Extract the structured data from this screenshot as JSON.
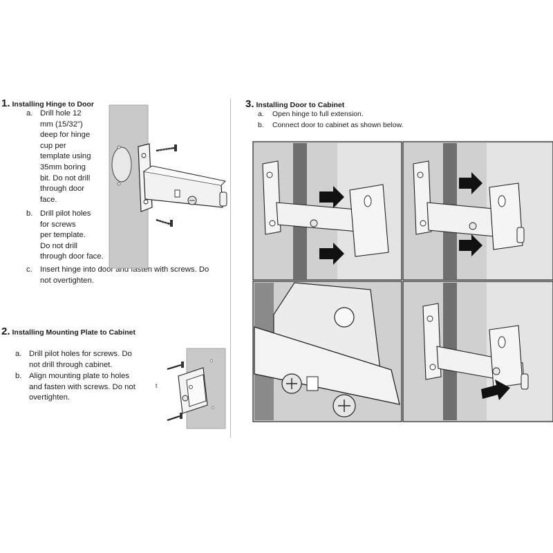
{
  "section1": {
    "number": "1.",
    "title": "Installing Hinge to Door",
    "steps": [
      {
        "marker": "a.",
        "lines": [
          "Drill hole 12",
          "mm (15/32\")",
          "deep for hinge",
          "cup per",
          "template using",
          "35mm boring",
          "bit. Do not drill",
          "through door",
          "face."
        ]
      },
      {
        "marker": "b.",
        "lines": [
          "Drill pilot holes",
          "for screws",
          "per template.",
          "Do not drill",
          "through door face."
        ]
      },
      {
        "marker": "c.",
        "lines": [
          "Insert hinge into door and fasten with screws. Do",
          "not overtighten."
        ]
      }
    ]
  },
  "section2": {
    "number": "2.",
    "title": "Installing Mounting Plate to Cabinet",
    "steps": [
      {
        "marker": "a.",
        "lines": [
          "Drill pilot holes for screws. Do",
          "not drill through cabinet."
        ]
      },
      {
        "marker": "b.",
        "lines": [
          "Align mounting plate to holes",
          "and fasten with screws. Do not",
          "overtighten."
        ]
      }
    ],
    "stray_mark": "t"
  },
  "section3": {
    "number": "3.",
    "title": "Installing Door to Cabinet",
    "steps": [
      {
        "marker": "a.",
        "text": "Open hinge to full extension."
      },
      {
        "marker": "b.",
        "text": "Connect door to cabinet as shown below."
      }
    ]
  },
  "colors": {
    "wall_gray": "#c9c9c9",
    "panel_gray": "#d4d4d4",
    "door_dark": "#6e6e6e",
    "metal_light": "#f2f2f2",
    "outline": "#2a2a2a",
    "arrow": "#111111"
  }
}
